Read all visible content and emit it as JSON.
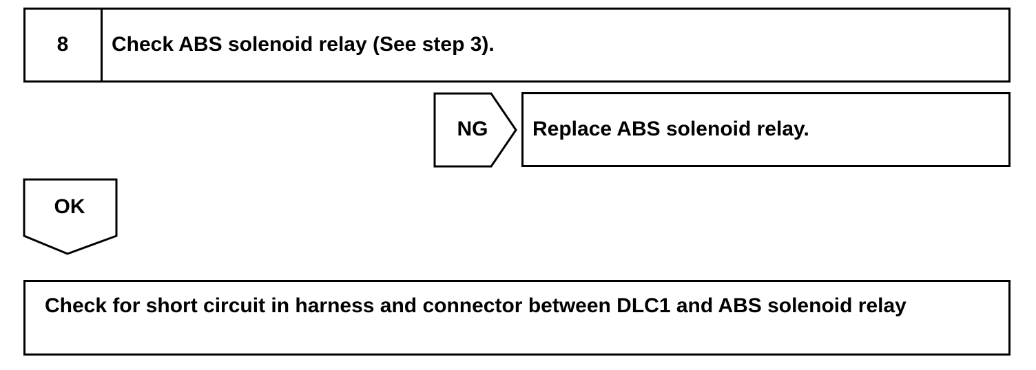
{
  "step": {
    "number": "8",
    "title": "Check ABS solenoid relay (See step 3)."
  },
  "ng_branch": {
    "label": "NG",
    "action": "Replace ABS solenoid relay."
  },
  "ok_branch": {
    "label": "OK"
  },
  "next_step": {
    "text": "Check for short circuit in harness and connector between DLC1 and ABS solenoid relay"
  }
}
